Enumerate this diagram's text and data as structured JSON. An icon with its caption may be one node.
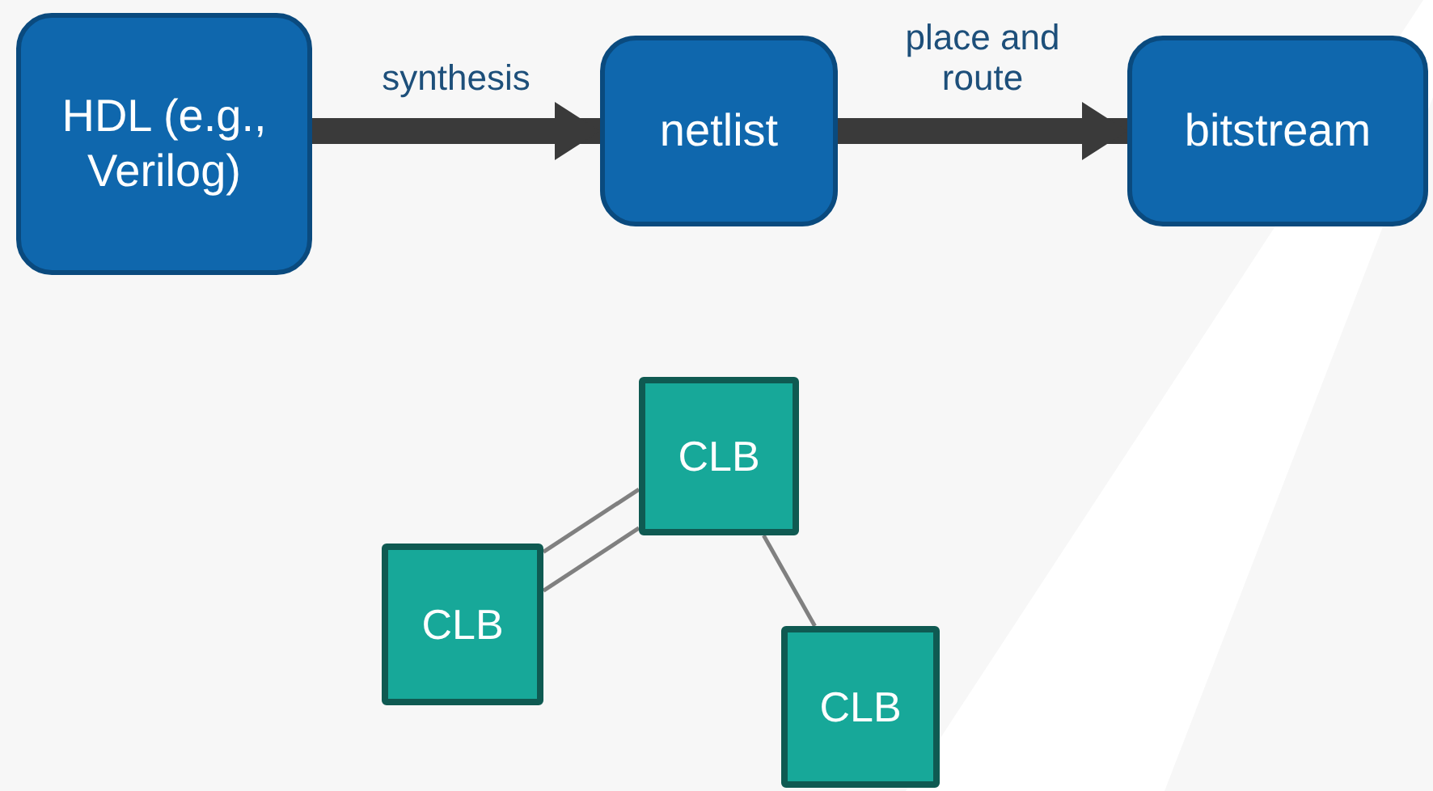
{
  "diagram": {
    "nodes": [
      {
        "text": [
          "HDL (e.g., Verilog)"
        ]
      },
      {
        "text": [
          "netlist"
        ]
      },
      {
        "text": [
          "bitstream"
        ]
      },
      {
        "text": [
          "CLB"
        ]
      },
      {
        "text": [
          "CLB"
        ]
      },
      {
        "text": [
          "CLB"
        ]
      }
    ],
    "edges": [
      {
        "from": 0,
        "to": 1,
        "arrow": "to",
        "label": "synthesis",
        "style": "thick",
        "color": "#3a3a3a"
      },
      {
        "from": 1,
        "to": 2,
        "arrow": "to",
        "label": "place and route",
        "style": "thick",
        "color": "#3a3a3a"
      },
      {
        "from": 3,
        "to": 4,
        "arrow": "none"
      },
      {
        "from": 3,
        "to": 4,
        "arrow": "none"
      },
      {
        "from": 3,
        "to": 5,
        "arrow": "none"
      }
    ]
  }
}
